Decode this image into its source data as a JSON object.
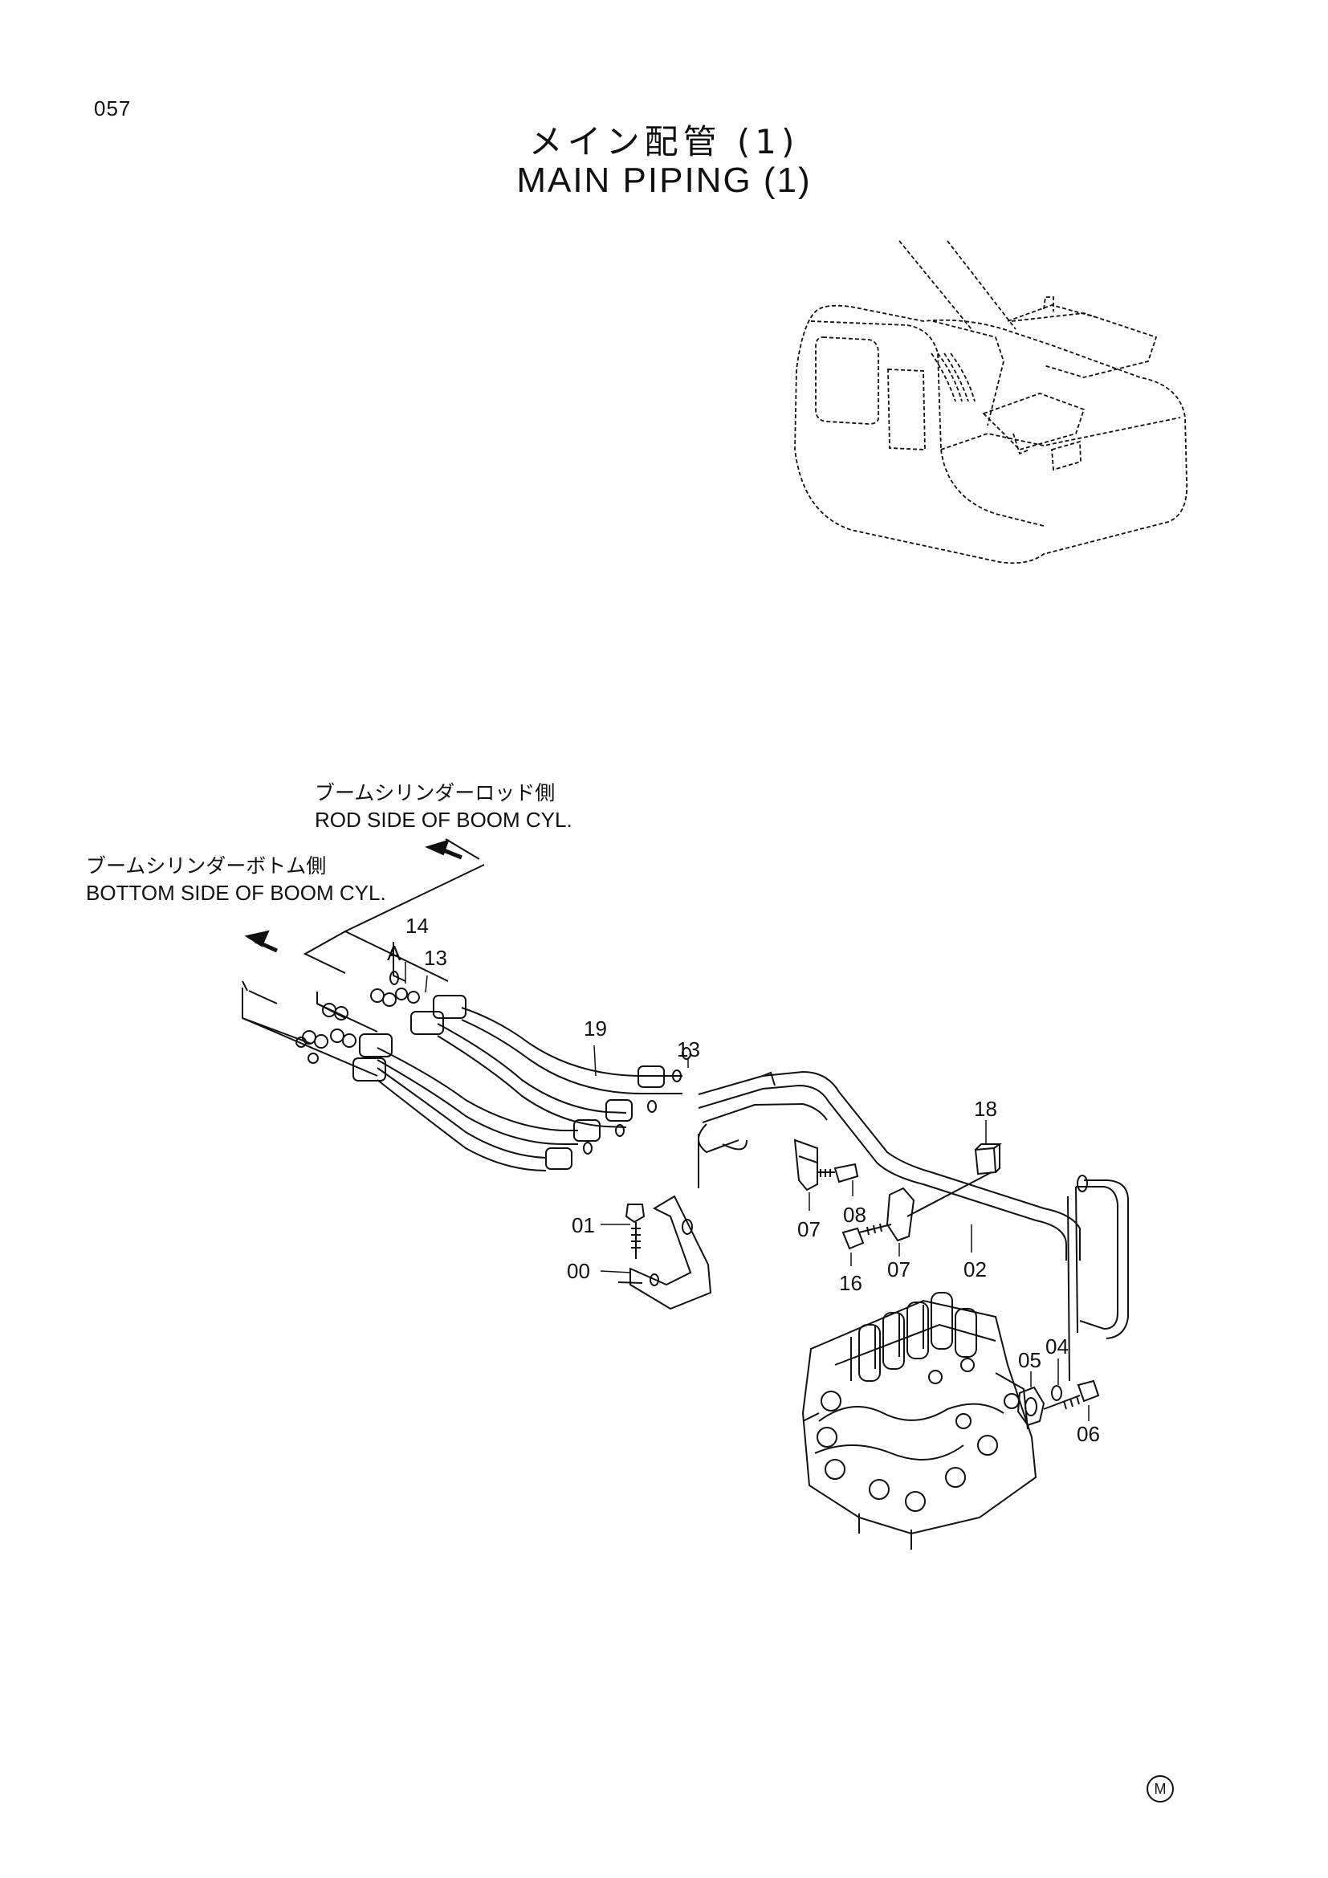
{
  "page_number": "057",
  "title_jp": "メイン配管 (1)",
  "title_en": "MAIN PIPING (1)",
  "labels": {
    "rod_side_jp": "ブームシリンダーロッド側",
    "rod_side_en": "ROD SIDE OF BOOM CYL.",
    "bottom_side_jp": "ブームシリンダーボトム側",
    "bottom_side_en": "BOTTOM SIDE OF BOOM CYL.",
    "view_a": "A"
  },
  "callouts": [
    "14",
    "13",
    "19",
    "13",
    "18",
    "01",
    "08",
    "07",
    "00",
    "16",
    "07",
    "02",
    "05",
    "04",
    "06"
  ],
  "footer_mark": "M"
}
